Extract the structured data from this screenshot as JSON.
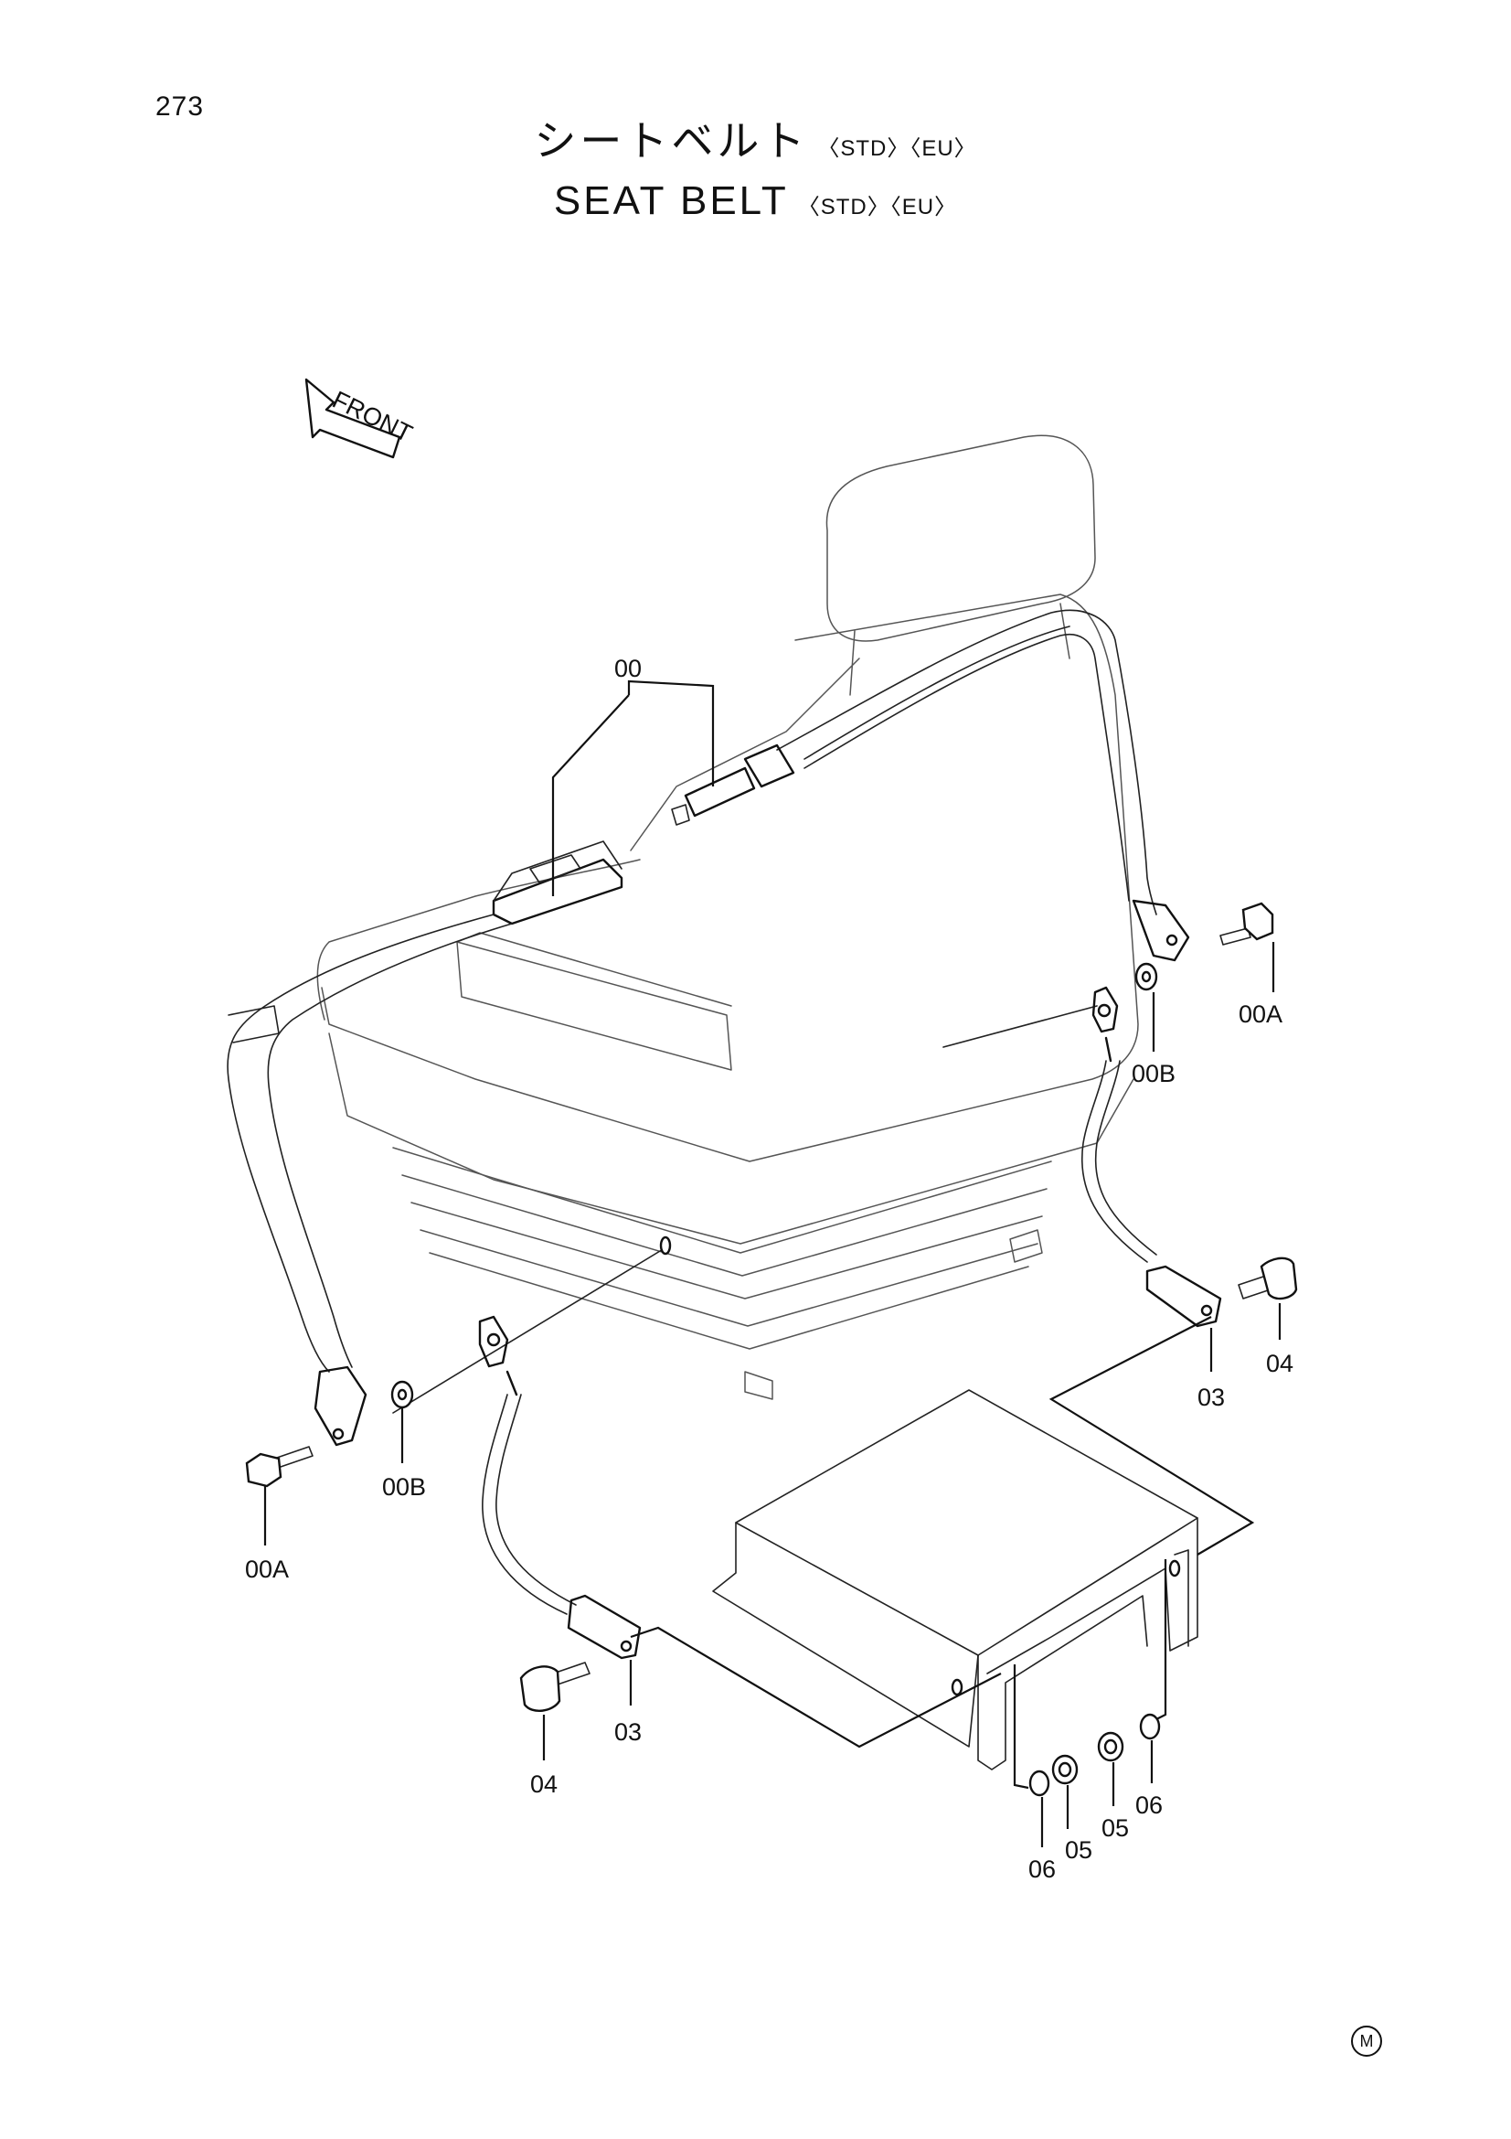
{
  "page": {
    "number": "273"
  },
  "title": {
    "japanese": "シートベルト",
    "english": "SEAT BELT",
    "suffix": "〈STD〉〈EU〉"
  },
  "diagram": {
    "direction_label": "FRONT",
    "parts": [
      {
        "id": "00",
        "label": "00"
      },
      {
        "id": "00A-right",
        "label": "00A"
      },
      {
        "id": "00B-right",
        "label": "00B"
      },
      {
        "id": "04-right",
        "label": "04"
      },
      {
        "id": "03-right",
        "label": "03"
      },
      {
        "id": "00B-left",
        "label": "00B"
      },
      {
        "id": "00A-left",
        "label": "00A"
      },
      {
        "id": "03-left",
        "label": "03"
      },
      {
        "id": "04-left",
        "label": "04"
      },
      {
        "id": "06-left",
        "label": "06"
      },
      {
        "id": "05-left",
        "label": "05"
      },
      {
        "id": "05-right",
        "label": "05"
      },
      {
        "id": "06-right",
        "label": "06"
      }
    ]
  },
  "footer": {
    "mark": "M"
  }
}
